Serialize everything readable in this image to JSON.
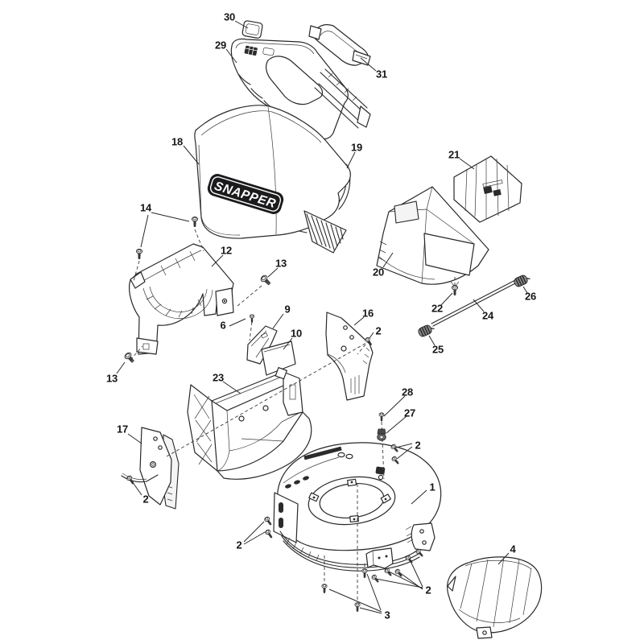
{
  "diagram": {
    "type": "exploded-parts-diagram",
    "background_color": "#ffffff",
    "line_color": "#29282a",
    "label_color": "#161616",
    "brand_label": "SNAPPER",
    "callouts": [
      {
        "id": "callout-30",
        "label": "30"
      },
      {
        "id": "callout-29",
        "label": "29"
      },
      {
        "id": "callout-31",
        "label": "31"
      },
      {
        "id": "callout-18",
        "label": "18"
      },
      {
        "id": "callout-19",
        "label": "19"
      },
      {
        "id": "callout-21",
        "label": "21"
      },
      {
        "id": "callout-20",
        "label": "20"
      },
      {
        "id": "callout-14",
        "label": "14"
      },
      {
        "id": "callout-12",
        "label": "12"
      },
      {
        "id": "callout-13-right",
        "label": "13"
      },
      {
        "id": "callout-13-left",
        "label": "13"
      },
      {
        "id": "callout-6",
        "label": "6"
      },
      {
        "id": "callout-9",
        "label": "9"
      },
      {
        "id": "callout-10",
        "label": "10"
      },
      {
        "id": "callout-16",
        "label": "16"
      },
      {
        "id": "callout-2-near-16",
        "label": "2"
      },
      {
        "id": "callout-23",
        "label": "23"
      },
      {
        "id": "callout-17",
        "label": "17"
      },
      {
        "id": "callout-2-near-17",
        "label": "2"
      },
      {
        "id": "callout-22",
        "label": "22"
      },
      {
        "id": "callout-24",
        "label": "24"
      },
      {
        "id": "callout-25",
        "label": "25"
      },
      {
        "id": "callout-26",
        "label": "26"
      },
      {
        "id": "callout-28",
        "label": "28"
      },
      {
        "id": "callout-27",
        "label": "27"
      },
      {
        "id": "callout-2-deck-top",
        "label": "2"
      },
      {
        "id": "callout-1",
        "label": "1"
      },
      {
        "id": "callout-2-deck-left",
        "label": "2"
      },
      {
        "id": "callout-2-deck-bottom",
        "label": "2"
      },
      {
        "id": "callout-3",
        "label": "3"
      },
      {
        "id": "callout-4",
        "label": "4"
      }
    ]
  }
}
